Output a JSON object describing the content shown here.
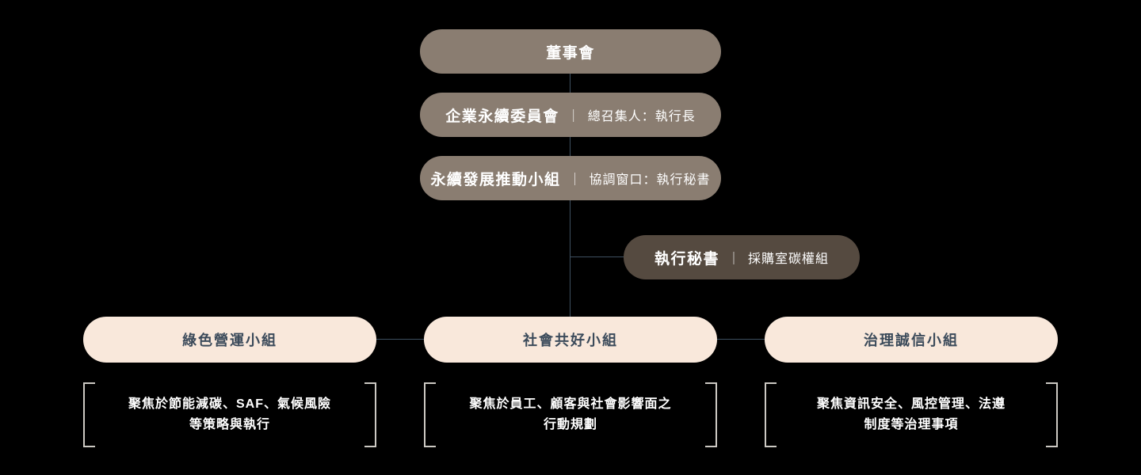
{
  "colors": {
    "background": "#000000",
    "taupe_box": "#8a7d71",
    "dark_box": "#554a40",
    "cream_box": "#f9e8db",
    "slate_text": "#3b4a5a",
    "connector_line": "#3d4f60",
    "bracket": "#ccc9c3",
    "white_text": "#ffffff"
  },
  "chart": {
    "separator": "｜",
    "root": {
      "label": "董事會"
    },
    "level2": {
      "label": "企業永續委員會",
      "sub": "總召集人：執行長"
    },
    "level3": {
      "label": "永續發展推動小組",
      "sub": "協調窗口：執行秘書"
    },
    "side": {
      "label": "執行秘書",
      "sub": "採購室碳權組"
    },
    "groups": [
      {
        "label": "綠色營運小組",
        "desc_line1": "聚焦於節能減碳、SAF、氣候風險",
        "desc_line2": "等策略與執行"
      },
      {
        "label": "社會共好小組",
        "desc_line1": "聚焦於員工、顧客與社會影響面之",
        "desc_line2": "行動規劃"
      },
      {
        "label": "治理誠信小組",
        "desc_line1": "聚焦資訊安全、風控管理、法遵",
        "desc_line2": "制度等治理事項"
      }
    ]
  }
}
